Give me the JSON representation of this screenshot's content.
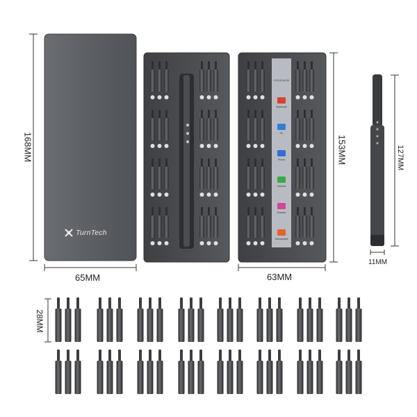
{
  "brand": {
    "name": "TurnTech",
    "logo_icon": "cross-x-logo-icon"
  },
  "dimensions": {
    "case_height": "168MM",
    "case_width": "65MM",
    "tray_height": "153MM",
    "tray_width": "63MM",
    "driver_height": "127MM",
    "driver_width": "11MM",
    "bit_height": "28MM"
  },
  "center_strip": {
    "title": "FOCUS-M-35",
    "items": [
      {
        "label": "Notebook",
        "color": "#d8412e"
      },
      {
        "label": "PC",
        "color": "#2f7fd6"
      },
      {
        "label": "Phone",
        "color": "#2f6fd6"
      },
      {
        "label": "Camera",
        "color": "#3aa84a"
      },
      {
        "label": "Glasses",
        "color": "#d0469a"
      },
      {
        "label": "Unexpected",
        "color": "#e2652a"
      }
    ]
  },
  "colors": {
    "case": "#5e6166",
    "tray": "#4a4c50",
    "bit": "#3a3b3e",
    "strip": "#b8bcc2",
    "dim_line": "#333333"
  }
}
